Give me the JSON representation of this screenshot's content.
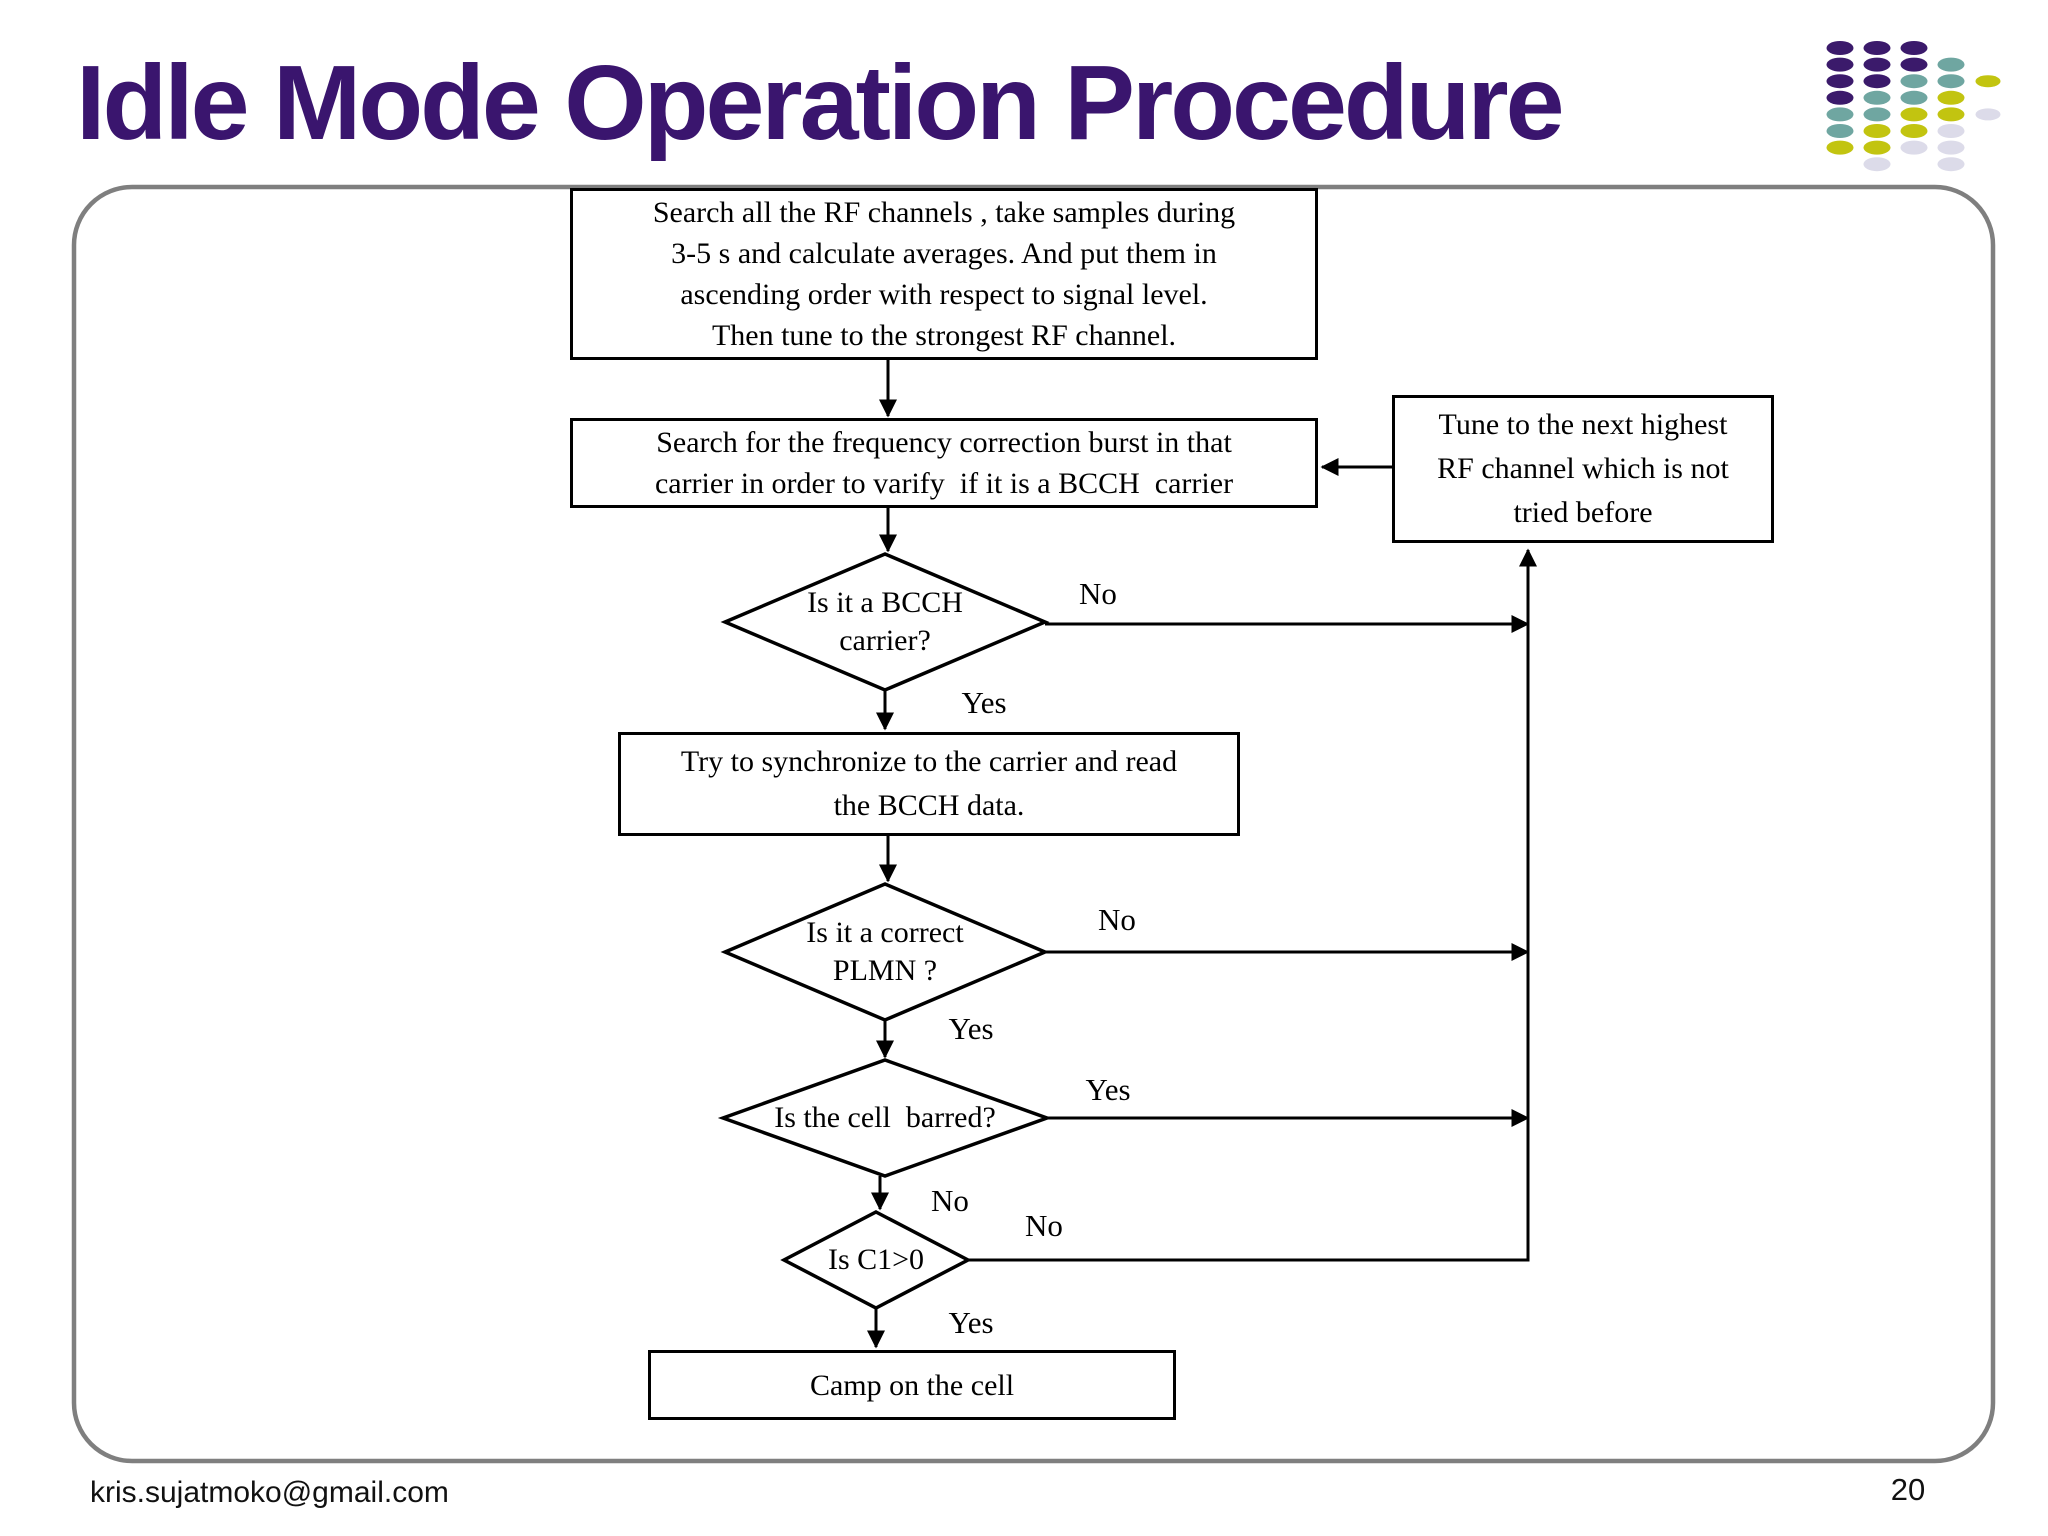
{
  "slide": {
    "title": "Idle Mode Operation Procedure",
    "footer_email": "kris.sujatmoko@gmail.com",
    "page_number": "20"
  },
  "colors": {
    "title_text": "#3a156e",
    "frame_border": "#7f7f7f",
    "diagram_stroke": "#000000",
    "logo_purple": "#3b1a6b",
    "logo_teal": "#6fa6a1",
    "logo_yellow": "#c2c410",
    "logo_lavender": "#dcdbe9"
  },
  "flowchart": {
    "nodes": {
      "scan_rf": {
        "type": "process",
        "lines": [
          "Search all the RF channels , take samples during",
          "3-5 s and calculate averages. And put them in",
          "ascending order with respect to signal level.",
          "Then tune to the strongest RF channel."
        ]
      },
      "freq_burst": {
        "type": "process",
        "lines": [
          "Search for the frequency correction burst in that",
          "carrier in order to varify  if it is a BCCH  carrier"
        ]
      },
      "tune_next": {
        "type": "process",
        "lines": [
          "Tune to the next highest",
          "RF channel which is not",
          "tried before"
        ]
      },
      "is_bcch": {
        "type": "decision",
        "lines": [
          "Is it a BCCH",
          "carrier?"
        ]
      },
      "sync_read": {
        "type": "process",
        "lines": [
          "Try to synchronize to the carrier and read",
          "the BCCH data."
        ]
      },
      "is_plmn": {
        "type": "decision",
        "lines": [
          "Is it a correct",
          "PLMN ?"
        ]
      },
      "is_barred": {
        "type": "decision",
        "lines": [
          "Is the cell  barred?"
        ]
      },
      "is_c1": {
        "type": "decision",
        "lines": [
          "Is C1>0"
        ]
      },
      "camp": {
        "type": "process",
        "lines": [
          "Camp on the cell"
        ]
      }
    },
    "edge_labels": {
      "is_bcch_no": "No",
      "is_bcch_yes": "Yes",
      "is_plmn_no": "No",
      "is_plmn_yes": "Yes",
      "is_barred_yes": "Yes",
      "is_barred_no": "No",
      "is_c1_no": "No",
      "is_c1_yes": "Yes"
    }
  },
  "logo": {
    "columns": [
      {
        "startRow": 0,
        "colors": [
          "purple",
          "purple",
          "purple",
          "purple",
          "teal",
          "teal",
          "yellow"
        ]
      },
      {
        "startRow": 0,
        "colors": [
          "purple",
          "purple",
          "purple",
          "teal",
          "teal",
          "yellow",
          "yellow",
          "lavender"
        ]
      },
      {
        "startRow": 0,
        "colors": [
          "purple",
          "purple",
          "teal",
          "teal",
          "yellow",
          "yellow",
          "lavender"
        ]
      },
      {
        "startRow": 1,
        "colors": [
          "teal",
          "teal",
          "yellow",
          "yellow",
          "lavender",
          "lavender",
          "lavender"
        ]
      },
      {
        "startRow": 2,
        "colors": [
          "yellow",
          null,
          "lavender"
        ]
      }
    ]
  }
}
